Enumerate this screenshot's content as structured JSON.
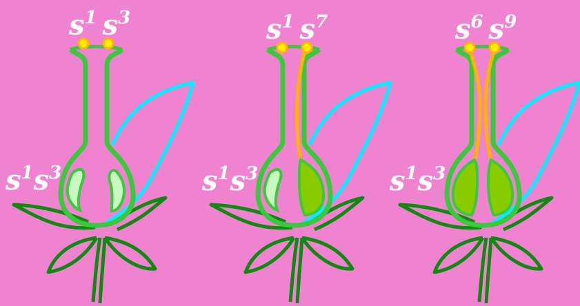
{
  "colors": {
    "background": "#f083cf",
    "pistil_outline": "#3cc83c",
    "leaf_outline": "#118811",
    "petal": "#00f0ff",
    "pollen_tube": "#ffb400",
    "pollen_fill": "#ffee00",
    "ovule_light": "#c8f8c0",
    "ovule_fertilized": "#88cc00",
    "label_text": "#ffffff"
  },
  "flowers": [
    {
      "pollen_label": {
        "a": "s",
        "a_sup": "1",
        "b": "s",
        "b_sup": "3"
      },
      "genotype_label": {
        "a": "s",
        "a_sup": "1",
        "b": "s",
        "b_sup": "3"
      },
      "tubes": "none",
      "ovules_fertilized": [
        false,
        false
      ]
    },
    {
      "pollen_label": {
        "a": "s",
        "a_sup": "1",
        "b": "s",
        "b_sup": "7"
      },
      "genotype_label": {
        "a": "s",
        "a_sup": "1",
        "b": "s",
        "b_sup": "3"
      },
      "tubes": "right",
      "ovules_fertilized": [
        false,
        true
      ]
    },
    {
      "pollen_label": {
        "a": "s",
        "a_sup": "6",
        "b": "s",
        "b_sup": "9"
      },
      "genotype_label": {
        "a": "s",
        "a_sup": "1",
        "b": "s",
        "b_sup": "3"
      },
      "tubes": "both",
      "ovules_fertilized": [
        true,
        true
      ]
    }
  ]
}
